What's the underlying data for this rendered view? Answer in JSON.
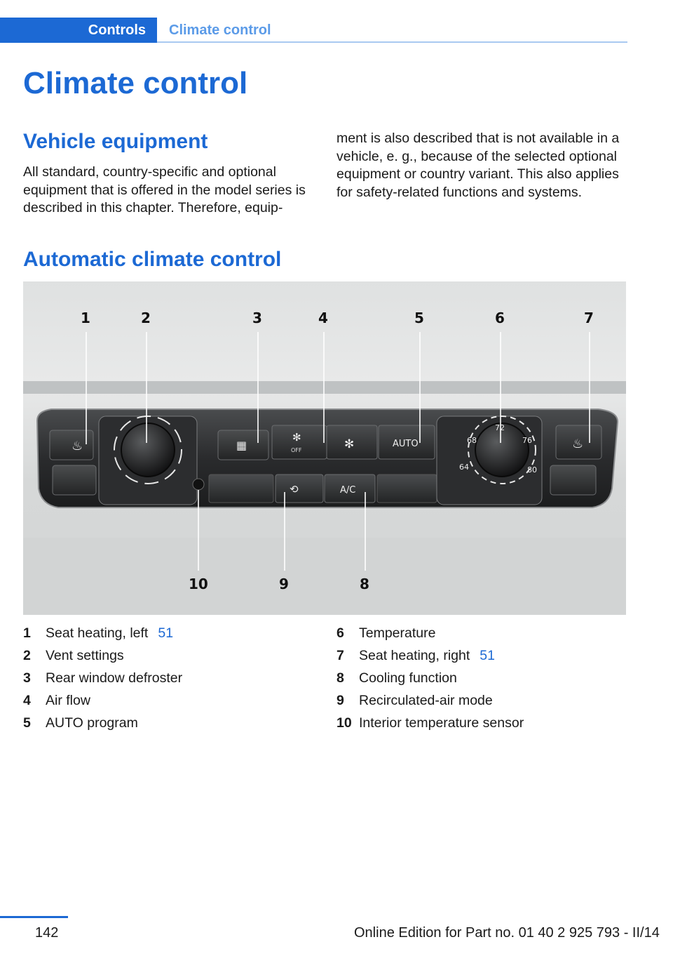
{
  "header": {
    "tab_active": "Controls",
    "tab_inactive": "Climate control"
  },
  "title": "Climate control",
  "section1": {
    "heading": "Vehicle equipment",
    "col1": "All standard, country-specific and optional equipment that is offered in the model series is described in this chapter. Therefore, equip-",
    "col2": "ment is also described that is not available in a vehicle, e. g., because of the selected optional equipment or country variant. This also applies for safety-related functions and systems."
  },
  "section2": {
    "heading": "Automatic climate control"
  },
  "figure": {
    "callouts": [
      "1",
      "2",
      "3",
      "4",
      "5",
      "6",
      "7",
      "8",
      "9",
      "10"
    ],
    "temps": [
      "72",
      "68",
      "76",
      "64",
      "80"
    ],
    "buttons": {
      "auto": "AUTO",
      "ac": "A/C",
      "off": "OFF"
    }
  },
  "legend": [
    {
      "num": "1",
      "label": "Seat heating, left",
      "page": "51"
    },
    {
      "num": "2",
      "label": "Vent settings",
      "page": ""
    },
    {
      "num": "3",
      "label": "Rear window defroster",
      "page": ""
    },
    {
      "num": "4",
      "label": "Air flow",
      "page": ""
    },
    {
      "num": "5",
      "label": "AUTO program",
      "page": ""
    },
    {
      "num": "6",
      "label": "Temperature",
      "page": ""
    },
    {
      "num": "7",
      "label": "Seat heating, right",
      "page": "51"
    },
    {
      "num": "8",
      "label": "Cooling function",
      "page": ""
    },
    {
      "num": "9",
      "label": "Recirculated-air mode",
      "page": ""
    },
    {
      "num": "10",
      "label": "Interior temperature sensor",
      "page": ""
    }
  ],
  "footer": {
    "page_number": "142",
    "edition": "Online Edition for Part no. 01 40 2 925 793 - II/14"
  },
  "colors": {
    "accent": "#1c69d4"
  }
}
